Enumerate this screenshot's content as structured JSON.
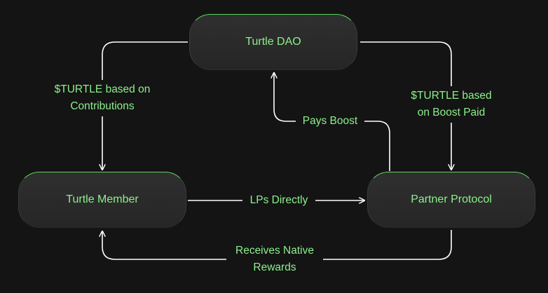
{
  "nodes": {
    "dao": "Turtle DAO",
    "member": "Turtle Member",
    "partner": "Partner Protocol"
  },
  "edges": {
    "dao_to_member": [
      "$TURTLE based on",
      "Contributions"
    ],
    "dao_to_partner": [
      "$TURTLE based",
      "on Boost Paid"
    ],
    "partner_to_dao": "Pays Boost",
    "member_to_partner": "LPs Directly",
    "partner_to_member": [
      "Receives Native",
      "Rewards"
    ]
  },
  "colors": {
    "background": "#141414",
    "node_fill": "#2a2a2a",
    "accent_green": "#8cf08c",
    "node_top_border": "#5fd35f",
    "connector": "#ffffff"
  }
}
